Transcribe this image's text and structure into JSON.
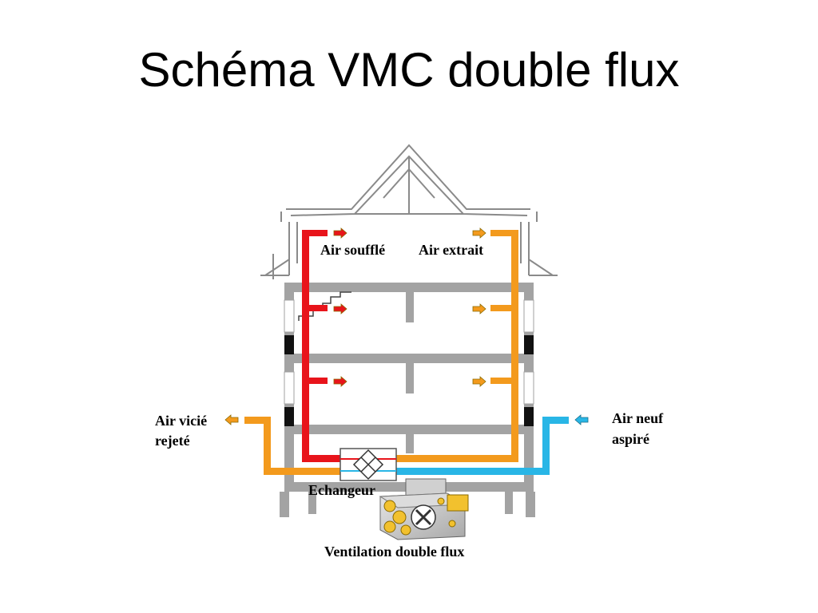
{
  "slide": {
    "title": "Schéma VMC double flux"
  },
  "labels": {
    "air_souffle": "Air soufflé",
    "air_extrait": "Air extrait",
    "air_vicie_line1": "Air vicié",
    "air_vicie_line2": "rejeté",
    "air_neuf_line1": "Air neuf",
    "air_neuf_line2": "aspiré",
    "echangeur": "Echangeur",
    "ventilation": "Ventilation double flux"
  },
  "colors": {
    "supply_duct": "#e8141b",
    "extract_duct": "#f39a1d",
    "fresh_air_duct": "#29b6e6",
    "building_structure": "#a0a0a0",
    "roof_lines": "#8a8a8a"
  }
}
